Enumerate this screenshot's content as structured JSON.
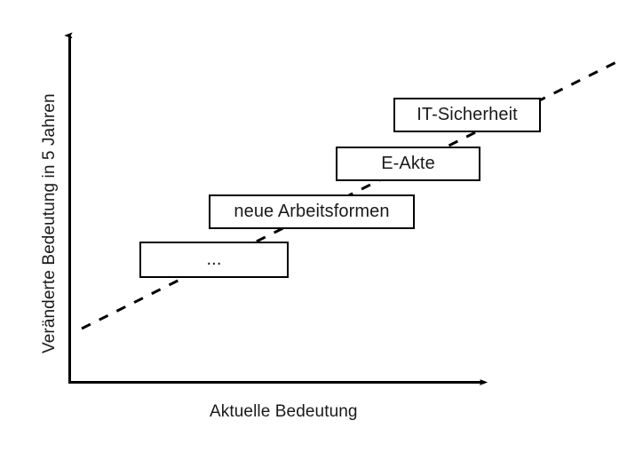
{
  "chart_data": {
    "type": "scatter",
    "title": "",
    "xlabel": "Aktuelle Bedeutung",
    "ylabel": "Veränderte Bedeutung in 5 Jahren",
    "grid": false,
    "legend": "none",
    "axis_style": "arrow",
    "xlim": [
      0,
      1
    ],
    "ylim": [
      0,
      1
    ],
    "trendline": {
      "style": "dashed",
      "color": "#000000",
      "x": [
        0.03,
        1.0
      ],
      "y": [
        0.15,
        0.9
      ]
    },
    "categories": [
      "...",
      "neue Arbeitsformen",
      "E-Akte",
      "IT-Sicherheit"
    ],
    "points": [
      {
        "label": "...",
        "x": 0.17,
        "y": 0.3
      },
      {
        "label": "neue Arbeitsformen",
        "x": 0.35,
        "y": 0.44
      },
      {
        "label": "E-Akte",
        "x": 0.58,
        "y": 0.57
      },
      {
        "label": "IT-Sicherheit",
        "x": 0.78,
        "y": 0.71
      }
    ]
  },
  "axes": {
    "y_label": "Veränderte Bedeutung in 5 Jahren",
    "x_label": "Aktuelle Bedeutung",
    "line_color": "#000000"
  },
  "boxes": [
    {
      "id": "it-sicherheit",
      "label": "IT-Sicherheit"
    },
    {
      "id": "e-akte",
      "label": "E-Akte"
    },
    {
      "id": "neue-arbeitsformen",
      "label": "neue Arbeitsformen"
    },
    {
      "id": "ellipsis",
      "label": "..."
    }
  ],
  "colors": {
    "background": "#ffffff",
    "stroke": "#000000",
    "text": "#1a1a1a"
  }
}
